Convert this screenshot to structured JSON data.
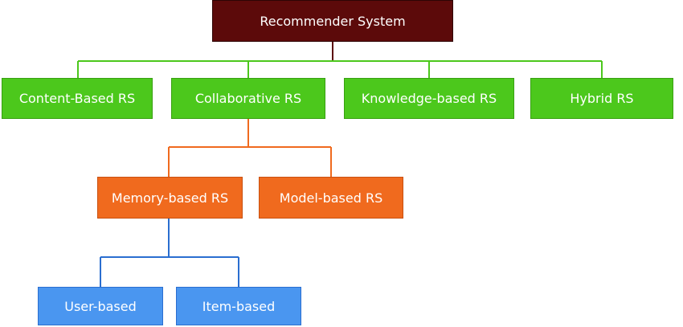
{
  "diagram": {
    "root": "Recommender System",
    "level1": [
      "Content-Based RS",
      "Collaborative RS",
      "Knowledge-based RS",
      "Hybrid RS"
    ],
    "level2": [
      "Memory-based RS",
      "Model-based RS"
    ],
    "level3": [
      "User-based",
      "Item-based"
    ]
  },
  "colors": {
    "root_fill": "#5c0a0a",
    "level1_fill": "#4cc81c",
    "level2_fill": "#f06a1e",
    "level3_fill": "#4a96f0",
    "connector_root": "#4cc81c",
    "connector_collab": "#f06a1e",
    "connector_memory": "#2a6ed0"
  }
}
